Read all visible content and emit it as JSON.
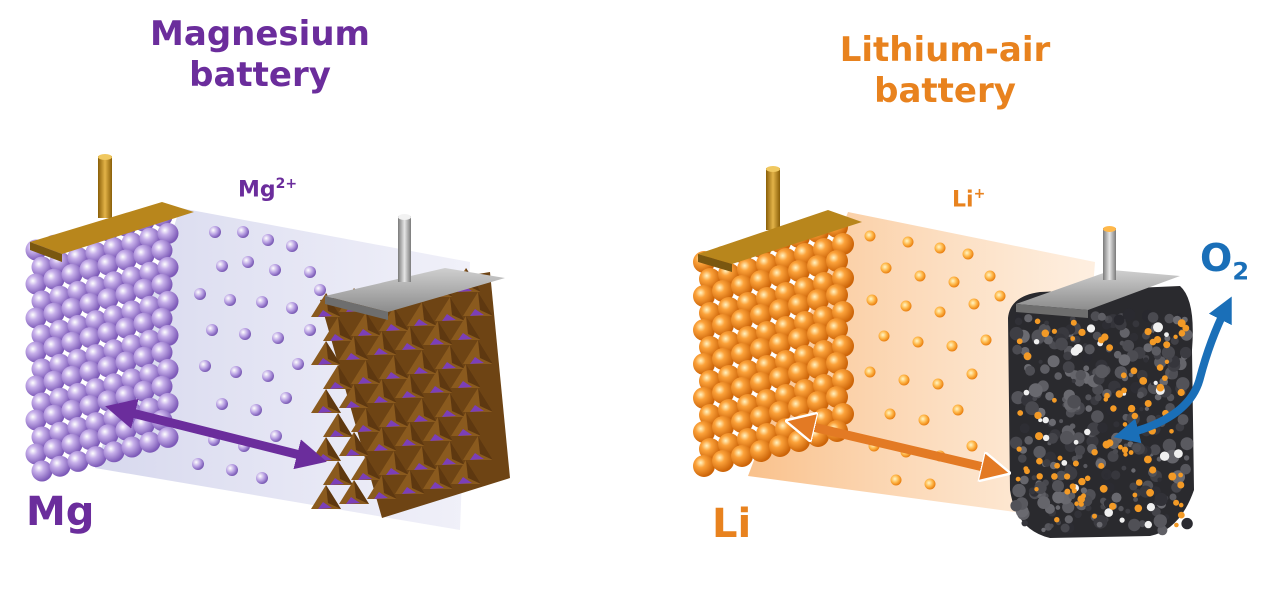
{
  "colors": {
    "magnesium": "#6b2d9c",
    "lithium": "#e8821e",
    "oxygen": "#1a6fb8",
    "mg_sphere": "#a98ad6",
    "li_sphere": "#f18a1c",
    "gold_tab": "#b8861c",
    "silver_tab": "#a6a6a6",
    "cathode_mg": "#7a4e1a",
    "cathode_air": "#2d2d30"
  },
  "magnesium_battery": {
    "title_line1": "Magnesium",
    "title_line2": "battery",
    "ion_base": "Mg",
    "ion_charge": "2+",
    "anode_symbol": "Mg"
  },
  "lithium_air_battery": {
    "title_line1": "Lithium-air",
    "title_line2": "battery",
    "ion_base": "Li",
    "ion_charge": "+",
    "anode_symbol": "Li",
    "gas_base": "O",
    "gas_subscript": "2"
  },
  "icons": {
    "mg_arrow": "double-headed-arrow-icon",
    "li_arrow": "double-headed-arrow-icon",
    "o2_arrow": "curved-double-arrow-icon"
  }
}
